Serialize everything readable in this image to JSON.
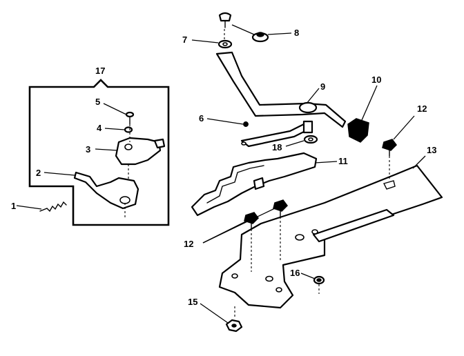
{
  "callouts": {
    "c1": "1",
    "c2": "2",
    "c3": "3",
    "c4": "4",
    "c5": "5",
    "c6": "6",
    "c7": "7",
    "c8": "8",
    "c9": "9",
    "c10": "10",
    "c11": "11",
    "c12a": "12",
    "c12b": "12",
    "c13": "13",
    "c15": "15",
    "c16": "16",
    "c17": "17",
    "c18": "18"
  }
}
